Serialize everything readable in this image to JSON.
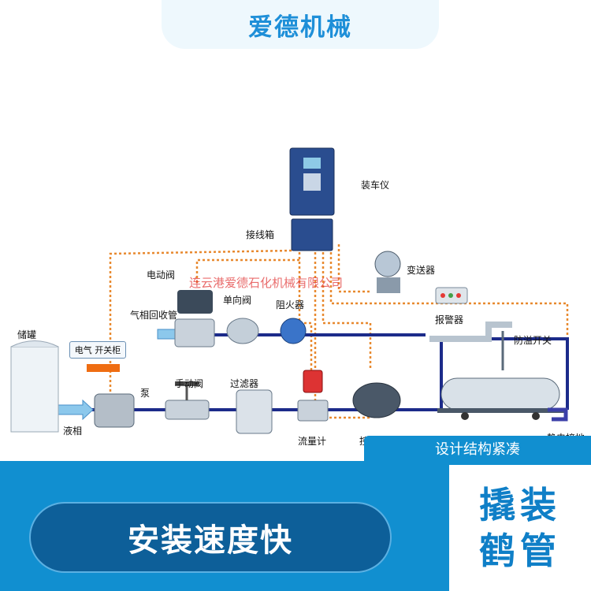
{
  "brand": {
    "title": "爱德机械"
  },
  "watermark": "连云港爱德石化机械有限公司",
  "callout": "电气 开关柜",
  "labels": {
    "loader": "装车仪",
    "junction_box": "接线箱",
    "transmitter": "变送器",
    "electric_valve": "电动阀",
    "check_valve": "单向阀",
    "flame_arrester": "阻火器",
    "alarm": "报警器",
    "overflow_switch": "防溢开关",
    "vapor_return": "气相回收管",
    "tank": "储罐",
    "pump": "泵",
    "manual_valve": "手动阀",
    "filter": "过滤器",
    "liquid_phase": "液相",
    "flow_meter": "流量计",
    "control_valve": "控制阀",
    "static_ground": "静电接地"
  },
  "feature": "设计结构紧凑",
  "slogan": "安装速度快",
  "product": {
    "line1": "撬装",
    "line2": "鹤管"
  },
  "colors": {
    "brand_blue": "#118fd0",
    "dark_blue": "#0d5f99",
    "orange": "#ef6d12",
    "pipe_blue": "#1c2b8a"
  }
}
